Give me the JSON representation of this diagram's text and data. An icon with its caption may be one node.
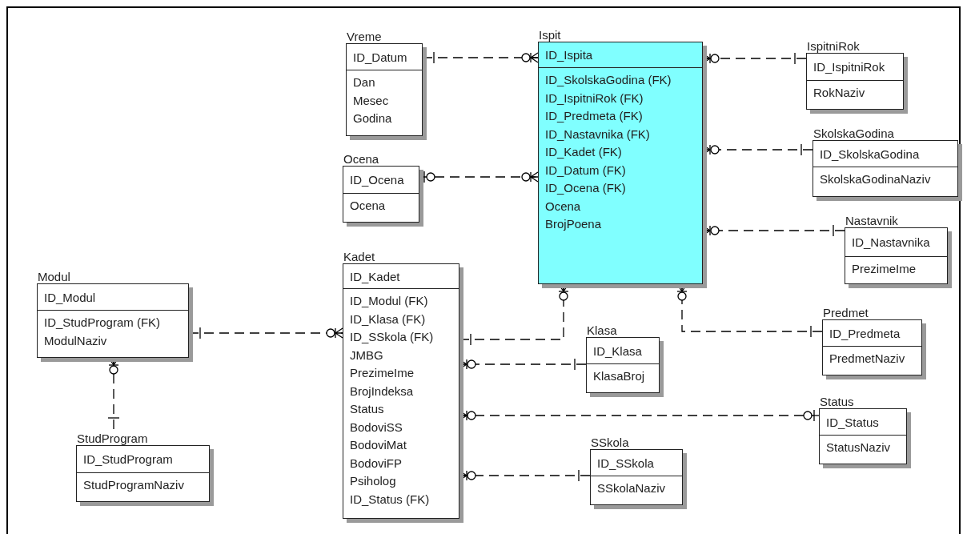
{
  "diagram": {
    "nodes": [
      {
        "text": [
          "Vreme",
          "ID_Datum",
          "Dan",
          "Mesec",
          "Godina"
        ]
      },
      {
        "text": [
          "Ispit",
          "ID_Ispita",
          "ID_SkolskaGodina (FK)",
          "ID_IspitniRok (FK)",
          "ID_Predmeta (FK)",
          "ID_Nastavnika (FK)",
          "ID_Kadet (FK)",
          "ID_Datum (FK)",
          "ID_Ocena (FK)",
          "Ocena",
          "BrojPoena"
        ]
      },
      {
        "text": [
          "IspitniRok",
          "ID_IspitniRok",
          "RokNaziv"
        ]
      },
      {
        "text": [
          "SkolskaGodina",
          "ID_SkolskaGodina",
          "SkolskaGodinaNaziv"
        ]
      },
      {
        "text": [
          "Ocena",
          "ID_Ocena",
          "Ocena"
        ]
      },
      {
        "text": [
          "Nastavnik",
          "ID_Nastavnika",
          "PrezimeIme"
        ]
      },
      {
        "text": [
          "Modul",
          "ID_Modul",
          "ID_StudProgram (FK)",
          "ModulNaziv"
        ]
      },
      {
        "text": [
          "Kadet",
          "ID_Kadet",
          "ID_Modul (FK)",
          "ID_Klasa (FK)",
          "ID_SSkola (FK)",
          "JMBG",
          "PrezimeIme",
          "BrojIndeksa",
          "Status",
          "BodoviSS",
          "BodoviMat",
          "BodoviFP",
          "Psiholog",
          "ID_Status (FK)"
        ]
      },
      {
        "text": [
          "Predmet",
          "ID_Predmeta",
          "PredmetNaziv"
        ]
      },
      {
        "text": [
          "Klasa",
          "ID_Klasa",
          "KlasaBroj"
        ]
      },
      {
        "text": [
          "Status",
          "ID_Status",
          "StatusNaziv"
        ]
      },
      {
        "text": [
          "StudProgram",
          "ID_StudProgram",
          "StudProgramNaziv"
        ]
      },
      {
        "text": [
          "SSkola",
          "ID_SSkola",
          "SSkolaNaziv"
        ]
      }
    ],
    "edges": [
      {
        "from": 0,
        "to": 1,
        "arrow": "other",
        "style": "dashed"
      },
      {
        "from": 4,
        "to": 1,
        "arrow": "other",
        "style": "dashed"
      },
      {
        "from": 2,
        "to": 1,
        "arrow": "other",
        "style": "dashed"
      },
      {
        "from": 3,
        "to": 1,
        "arrow": "other",
        "style": "dashed"
      },
      {
        "from": 5,
        "to": 1,
        "arrow": "other",
        "style": "dashed"
      },
      {
        "from": 7,
        "to": 1,
        "arrow": "other",
        "style": "dashed"
      },
      {
        "from": 8,
        "to": 1,
        "arrow": "other",
        "style": "dashed"
      },
      {
        "from": 6,
        "to": 7,
        "arrow": "other",
        "style": "dashed"
      },
      {
        "from": 11,
        "to": 6,
        "arrow": "other",
        "style": "dashed"
      },
      {
        "from": 9,
        "to": 7,
        "arrow": "other",
        "style": "dashed"
      },
      {
        "from": 10,
        "to": 7,
        "arrow": "other",
        "style": "dashed"
      },
      {
        "from": 12,
        "to": 7,
        "arrow": "other",
        "style": "dashed"
      }
    ]
  }
}
